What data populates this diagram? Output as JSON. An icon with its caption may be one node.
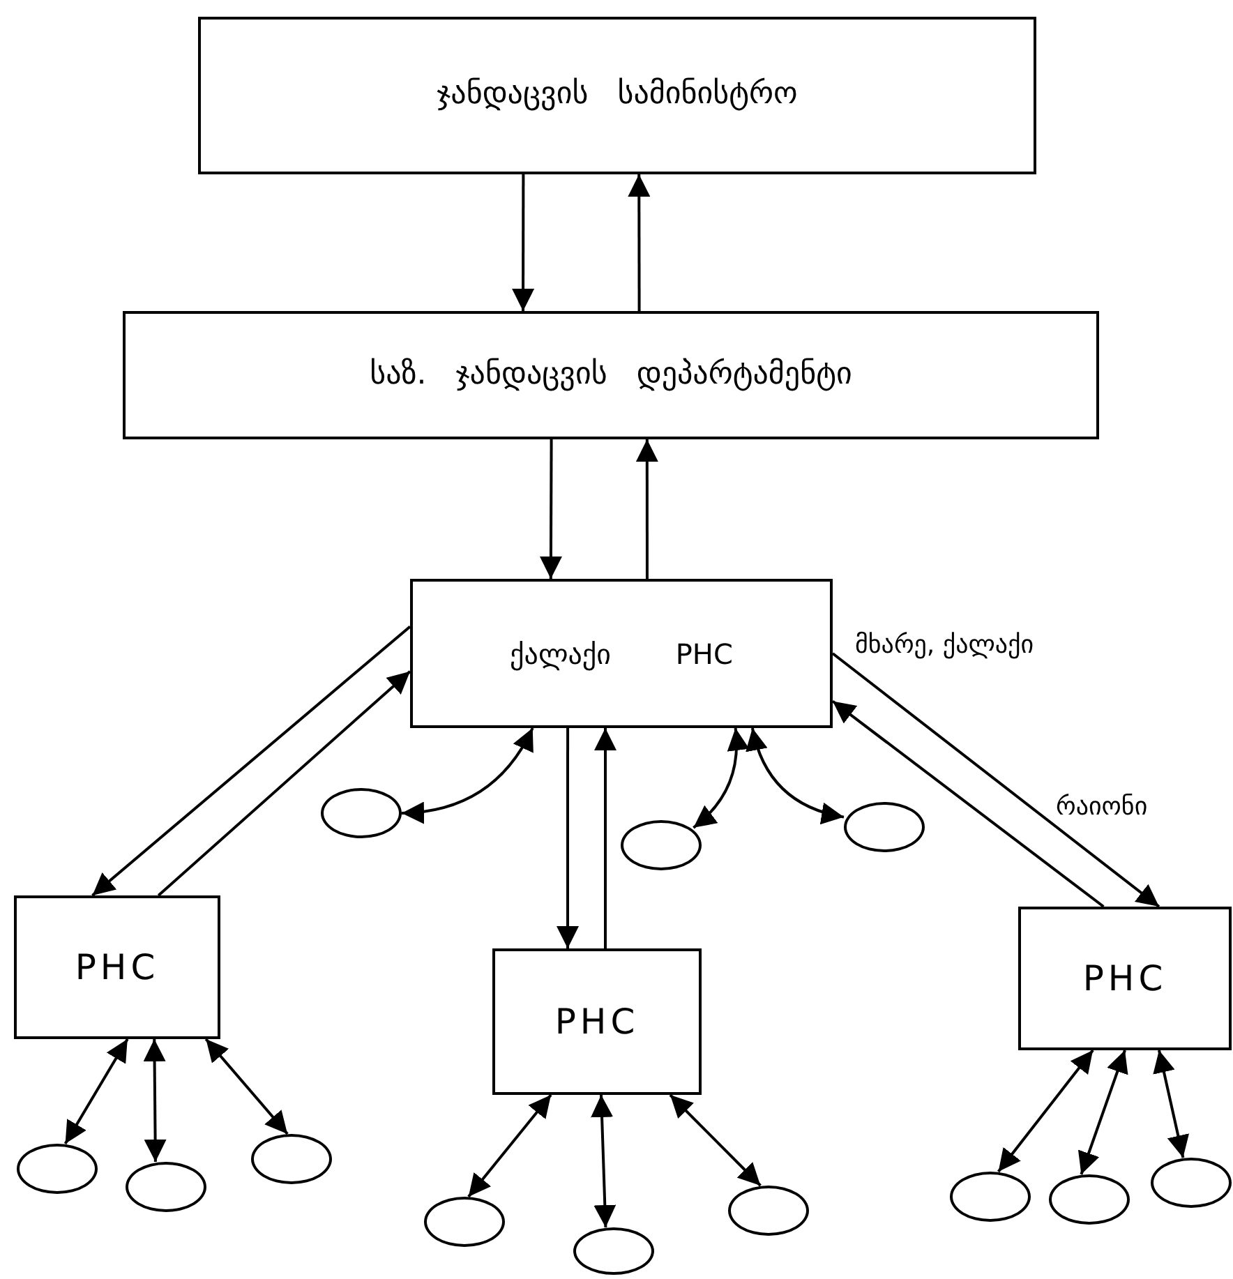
{
  "diagram": {
    "nodes": [
      {
        "text": [
          "ჯანდაცვის სამინისტრო"
        ]
      },
      {
        "text": [
          "საზ. ჯანდაცვის დეპარტამენტი"
        ]
      },
      {
        "text": [
          "ქალაქი PHC"
        ]
      },
      {
        "text": [
          "PHC"
        ]
      },
      {
        "text": [
          "PHC"
        ]
      },
      {
        "text": [
          "PHC"
        ]
      },
      {
        "text": [],
        "shape": "circle"
      },
      {
        "text": [],
        "shape": "circle"
      },
      {
        "text": [],
        "shape": "circle"
      },
      {
        "text": [],
        "shape": "circle"
      },
      {
        "text": [],
        "shape": "circle"
      },
      {
        "text": [],
        "shape": "circle"
      },
      {
        "text": [],
        "shape": "circle"
      },
      {
        "text": [],
        "shape": "circle"
      },
      {
        "text": [],
        "shape": "circle"
      },
      {
        "text": [],
        "shape": "circle"
      },
      {
        "text": [],
        "shape": "circle"
      },
      {
        "text": [],
        "shape": "circle"
      }
    ],
    "edges": [
      {
        "from": 0,
        "to": 1,
        "arrow": "to"
      },
      {
        "from": 1,
        "to": 0,
        "arrow": "to"
      },
      {
        "from": 1,
        "to": 2,
        "arrow": "to"
      },
      {
        "from": 2,
        "to": 1,
        "arrow": "to"
      },
      {
        "from": 2,
        "to": 3,
        "arrow": "to"
      },
      {
        "from": 3,
        "to": 2,
        "arrow": "to"
      },
      {
        "from": 2,
        "to": 5,
        "arrow": "to"
      },
      {
        "from": 5,
        "to": 2,
        "arrow": "to"
      },
      {
        "from": 2,
        "to": 4,
        "arrow": "to"
      },
      {
        "from": 4,
        "to": 2,
        "arrow": "to"
      },
      {
        "from": 2,
        "to": 6,
        "arrow": "both"
      },
      {
        "from": 2,
        "to": 7,
        "arrow": "both"
      },
      {
        "from": 2,
        "to": 8,
        "arrow": "both"
      },
      {
        "from": 3,
        "to": 9,
        "arrow": "both"
      },
      {
        "from": 3,
        "to": 10,
        "arrow": "both"
      },
      {
        "from": 3,
        "to": 11,
        "arrow": "both"
      },
      {
        "from": 4,
        "to": 12,
        "arrow": "both"
      },
      {
        "from": 4,
        "to": 13,
        "arrow": "both"
      },
      {
        "from": 4,
        "to": 14,
        "arrow": "both"
      },
      {
        "from": 5,
        "to": 15,
        "arrow": "both"
      },
      {
        "from": 5,
        "to": 16,
        "arrow": "both"
      },
      {
        "from": 5,
        "to": 17,
        "arrow": "both"
      }
    ],
    "labels": [
      "მხარე, ქალაქი",
      "რაიონი"
    ]
  }
}
